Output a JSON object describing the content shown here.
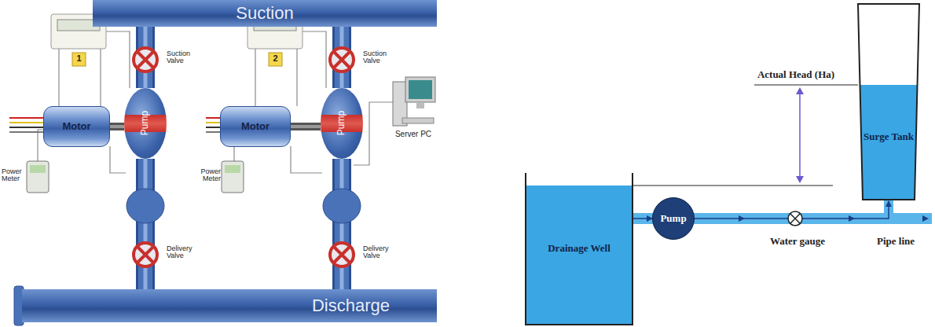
{
  "diagram": {
    "nodes": [
      {
        "text": [
          "Suction"
        ]
      },
      {
        "text": [
          "Discharge"
        ]
      },
      {
        "text": [
          "Motor"
        ]
      },
      {
        "text": [
          "Pump"
        ]
      },
      {
        "text": [
          "Motor"
        ]
      },
      {
        "text": [
          "Pump"
        ]
      },
      {
        "text": [
          "Drainage Well"
        ]
      },
      {
        "text": [
          "Pump"
        ]
      },
      {
        "text": [
          "Surge Tank"
        ]
      }
    ],
    "edges": [
      {
        "from": 0,
        "to": 3,
        "arrow": "none"
      },
      {
        "from": 3,
        "to": 1,
        "arrow": "none"
      },
      {
        "from": 0,
        "to": 5,
        "arrow": "none"
      },
      {
        "from": 5,
        "to": 1,
        "arrow": "none"
      },
      {
        "from": 2,
        "to": 3,
        "arrow": "none"
      },
      {
        "from": 4,
        "to": 5,
        "arrow": "none"
      },
      {
        "from": 6,
        "to": 7,
        "arrow": "to"
      },
      {
        "from": 7,
        "to": 8,
        "arrow": "to"
      }
    ],
    "labels": [
      "Suction Valve",
      "Suction Valve",
      "1",
      "2",
      "Power Meter",
      "Power Meter",
      "Server PC",
      "Delivery Valve",
      "Delivery Valve",
      "Actual Head (Ha)",
      "Water gauge",
      "Pipe line"
    ]
  }
}
